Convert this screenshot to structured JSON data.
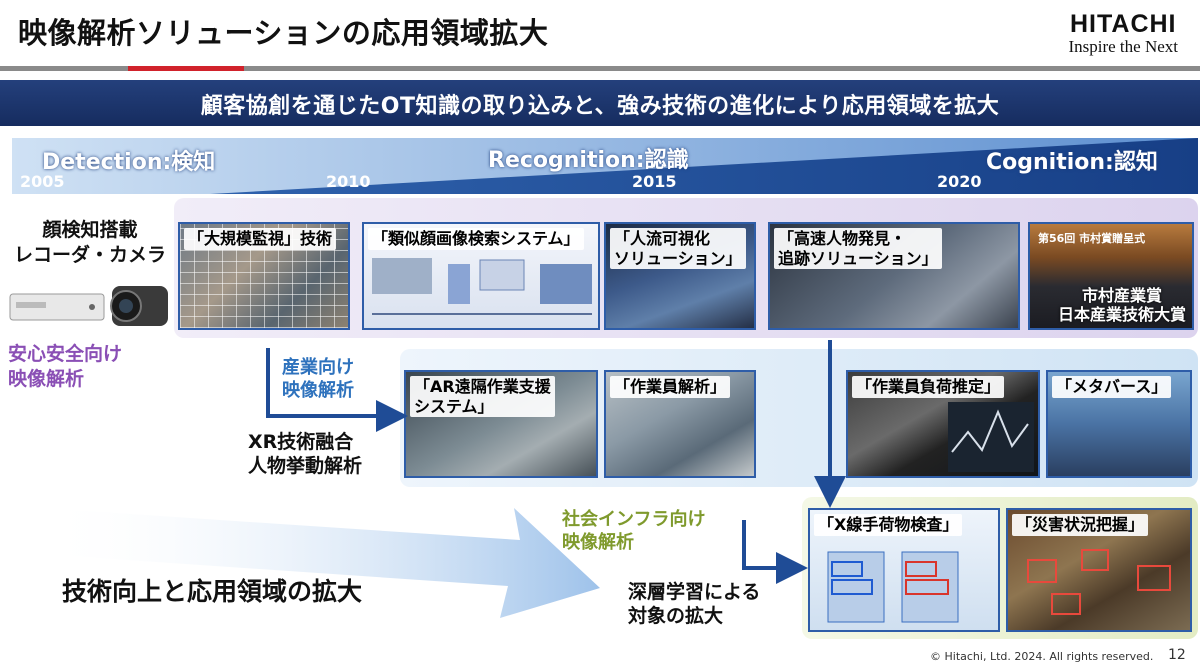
{
  "header": {
    "title": "映像解析ソリューションの応用領域拡大",
    "logo_word": "HITACHI",
    "logo_tagline": "Inspire the Next"
  },
  "banner": {
    "text": "顧客協創を通じたOT知識の取り込みと、強み技術の進化により応用領域を拡大"
  },
  "timeline": {
    "stages": [
      "Detection:検知",
      "Recognition:認識",
      "Cognition:認知"
    ],
    "years": [
      "2005",
      "2010",
      "2015",
      "2020"
    ]
  },
  "left_panel": {
    "device_caption": "顔検知搭載\nレコーダ・カメラ",
    "purpose": "安心安全向け\n映像解析"
  },
  "row1": {
    "items": [
      {
        "caption": "「大規模監視」技術"
      },
      {
        "caption": "「類似顔画像検索システム」"
      },
      {
        "caption": "「人流可視化\nソリューション」"
      },
      {
        "caption": "「高速人物発見・\n追跡ソリューション」"
      },
      {
        "caption": "市村産業賞\n日本産業技術大賞",
        "banner": "第56回 市村賞贈呈式"
      }
    ]
  },
  "row2": {
    "label": "産業向け\n映像解析",
    "theme": "XR技術融合\n人物挙動解析",
    "items": [
      {
        "caption": "「AR遠隔作業支援\nシステム」"
      },
      {
        "caption": "「作業員解析」"
      },
      {
        "caption": "「作業員負荷推定」"
      },
      {
        "caption": "「メタバース」"
      }
    ]
  },
  "row3": {
    "label": "社会インフラ向け\n映像解析",
    "theme": "深層学習による\n対象の拡大",
    "items": [
      {
        "caption": "「X線手荷物検査」"
      },
      {
        "caption": "「災害状況把握」"
      }
    ]
  },
  "arrow_text": "技術向上と応用領域の拡大",
  "footer": {
    "copyright": "© Hitachi, Ltd. 2024. All rights reserved.",
    "page_number": "12"
  },
  "colors": {
    "banner": "#1b3366",
    "accent_red": "#d1222b",
    "purple": "#8a4fb5",
    "blue": "#2e72bd",
    "olive": "#7f9a2d"
  }
}
